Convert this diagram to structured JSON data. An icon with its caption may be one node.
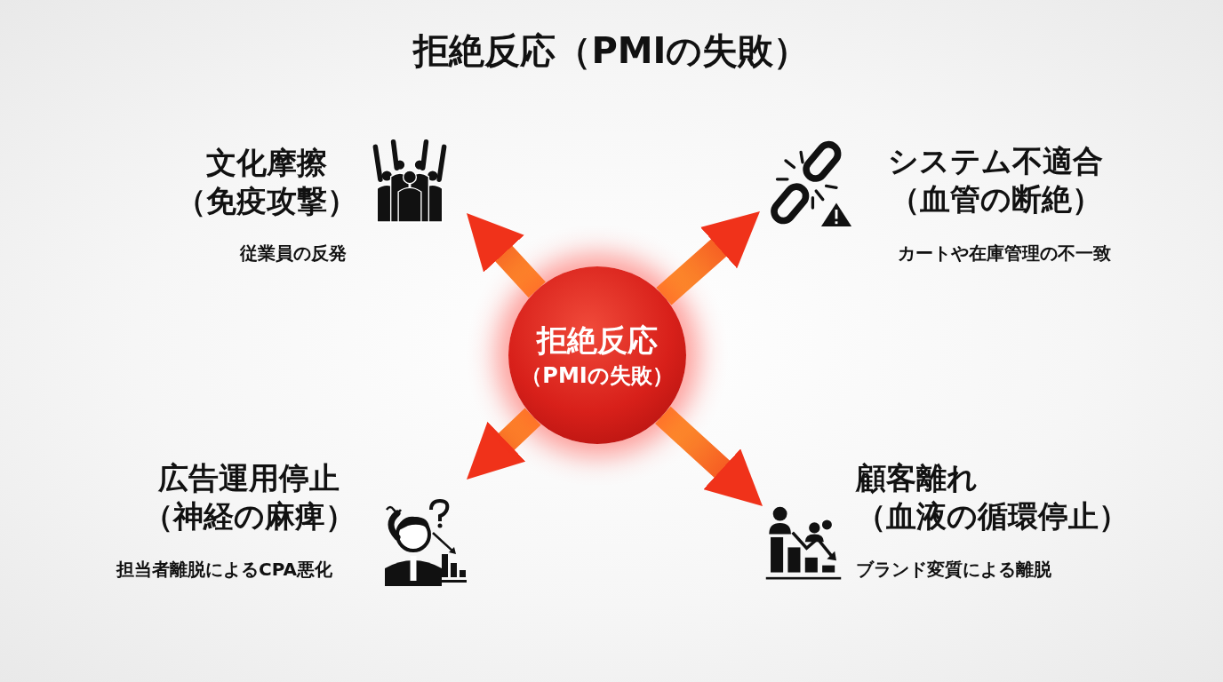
{
  "diagram": {
    "title": "拒絶反応（PMIの失敗）",
    "nodes": [
      {
        "text": [
          "文化摩擦（免疫攻撃）",
          "従業員の反発"
        ]
      },
      {
        "text": [
          "システム不適合（血管の断絶）",
          "カートや在庫管理の不一致"
        ]
      },
      {
        "text": [
          "拒絶反応",
          "（PMIの失敗）"
        ]
      },
      {
        "text": [
          "広告運用停止（神経の麻痺）",
          "担当者離脱によるCPA悪化"
        ]
      },
      {
        "text": [
          "顧客離れ（血液の循環停止）",
          "ブランド変質による離脱"
        ]
      }
    ],
    "edges": [
      {
        "from": 2,
        "to": 0,
        "arrow": "to"
      },
      {
        "from": 2,
        "to": 1,
        "arrow": "to"
      },
      {
        "from": 2,
        "to": 3,
        "arrow": "to"
      },
      {
        "from": 2,
        "to": 4,
        "arrow": "to"
      }
    ]
  }
}
